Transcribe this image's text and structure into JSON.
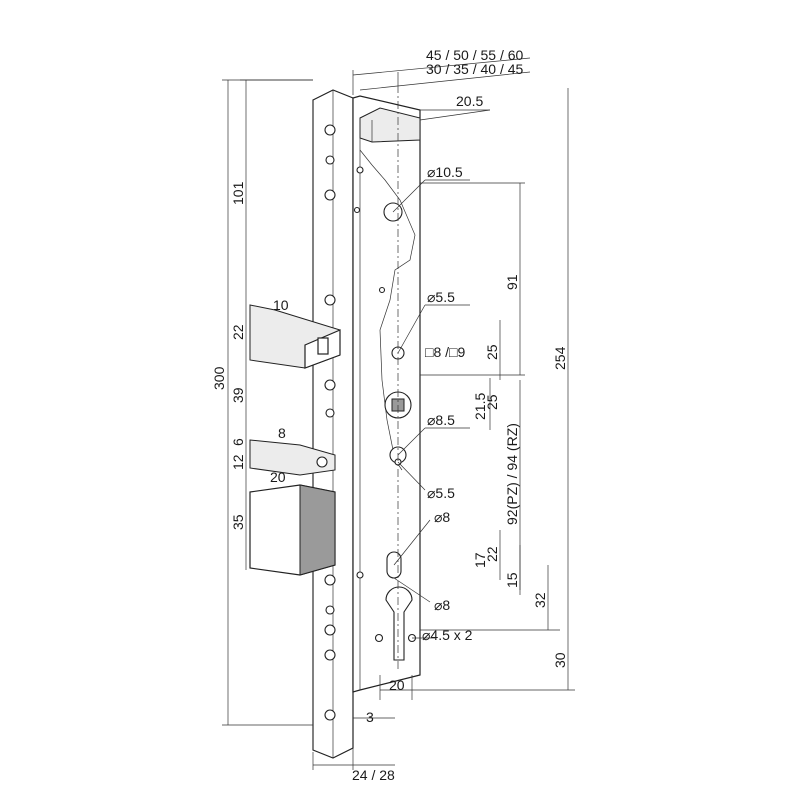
{
  "labels": {
    "backset_top": "45 / 50 / 55 / 60",
    "backset_bottom": "30 / 35 / 40 / 45",
    "offset_20_5": "20.5",
    "dia_10_5": "⌀10.5",
    "dia_5_5_upper": "⌀5.5",
    "square_spindle": "□8 /□9",
    "dia_8_5": "⌀8.5",
    "dia_5_5_lower": "⌀5.5",
    "dia_8_upper": "⌀8",
    "dia_8_lower": "⌀8",
    "dia_4_5x2": "⌀4.5 x 2",
    "width_20_bottom": "20",
    "offset_3": "3",
    "faceplate_width": "24 / 28",
    "height_101": "101",
    "height_22_left": "22",
    "height_39": "39",
    "height_6": "6",
    "height_12": "12",
    "height_35": "35",
    "height_300": "300",
    "latch_10": "10",
    "latch_8": "8",
    "bolt_20": "20",
    "height_91": "91",
    "height_25_a": "25",
    "height_25_b": "25",
    "height_21_5": "21.5",
    "distance_92_94": "92(PZ) / 94 (RZ)",
    "height_22_right": "22",
    "height_17": "17",
    "height_15": "15",
    "height_32": "32",
    "height_254": "254",
    "height_30": "30"
  }
}
